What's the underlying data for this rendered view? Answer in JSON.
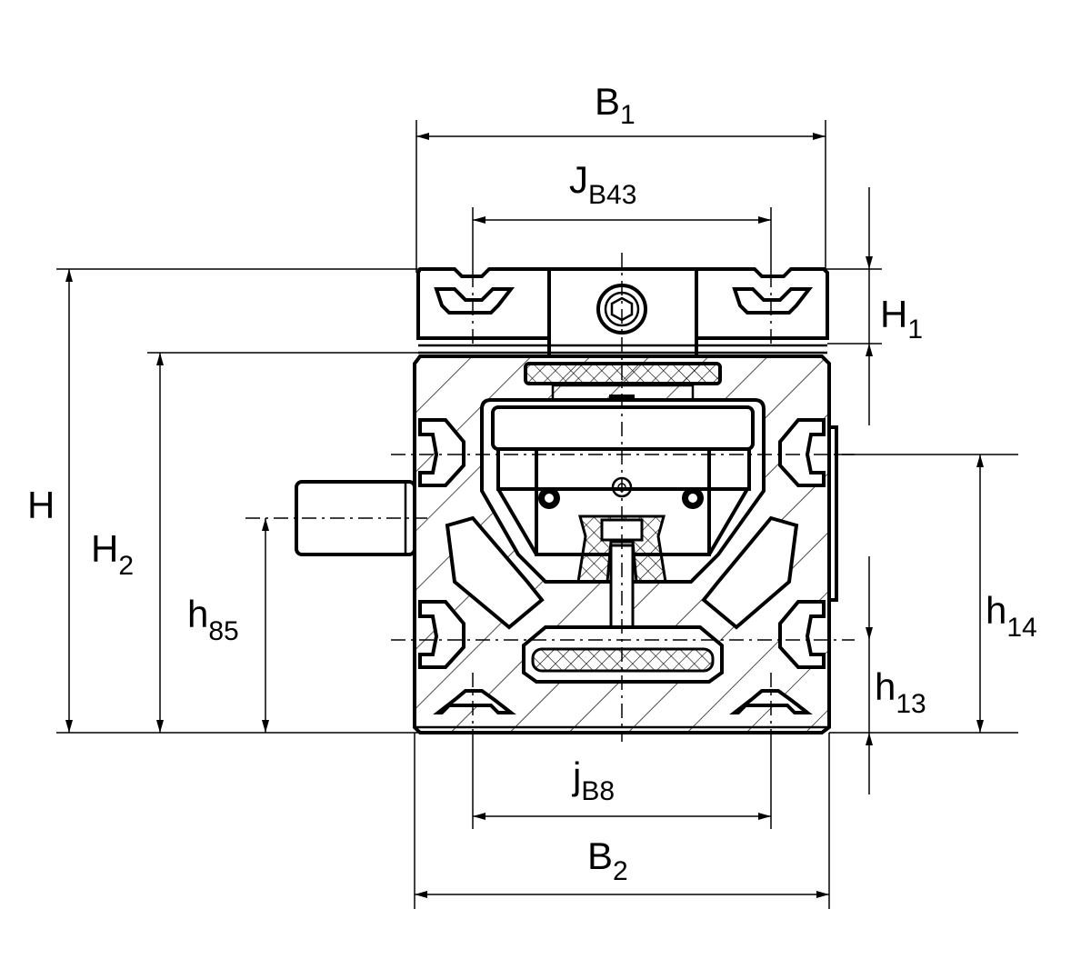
{
  "dimensions": {
    "B1": {
      "main": "B",
      "sub": "1"
    },
    "JB43": {
      "main": "J",
      "sub": "B43"
    },
    "H1": {
      "main": "H",
      "sub": "1"
    },
    "H": {
      "main": "H"
    },
    "H2": {
      "main": "H",
      "sub": "2"
    },
    "h85": {
      "main": "h",
      "sub": "85"
    },
    "h14": {
      "main": "h",
      "sub": "14"
    },
    "h13": {
      "main": "h",
      "sub": "13"
    },
    "jB8": {
      "main": "j",
      "sub": "B8"
    },
    "B2": {
      "main": "B",
      "sub": "2"
    }
  }
}
